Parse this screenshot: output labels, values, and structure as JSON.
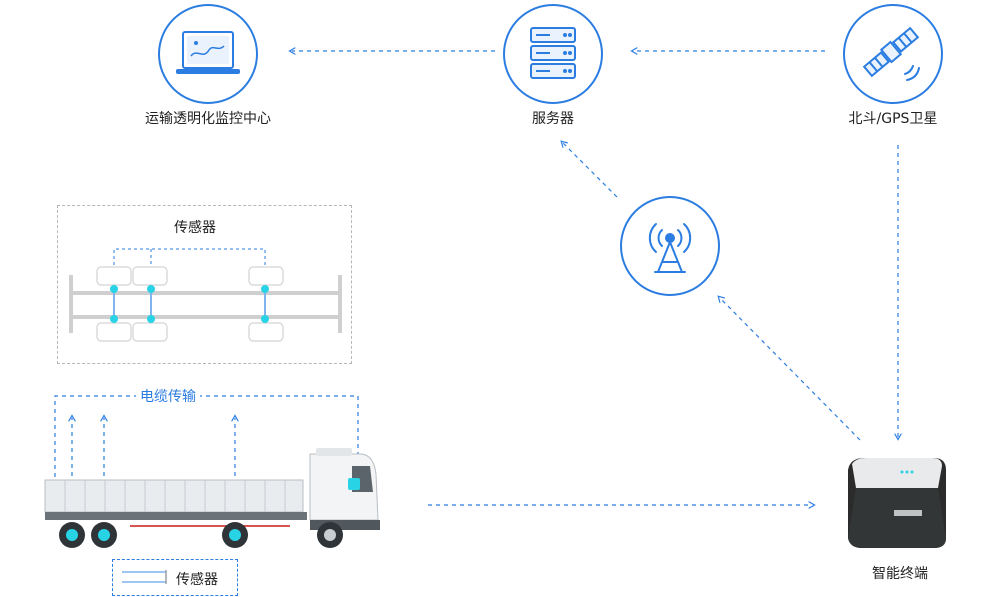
{
  "nodes": {
    "monitor_center": {
      "label": "运输透明化监控中心",
      "icon": "laptop-icon"
    },
    "server": {
      "label": "服务器",
      "icon": "server-icon"
    },
    "satellite": {
      "label": "北斗/GPS卫星",
      "icon": "satellite-icon"
    },
    "tower": {
      "icon": "signal-tower-icon"
    },
    "terminal": {
      "label": "智能终端",
      "icon": "smart-terminal-device"
    }
  },
  "sensor_panel": {
    "title": "传感器"
  },
  "cable": {
    "label": "电缆传输"
  },
  "legend": {
    "label": "传感器"
  },
  "colors": {
    "accent": "#2b7de1",
    "sensor": "#29d3e6",
    "terminal": "#2b2b2b"
  }
}
